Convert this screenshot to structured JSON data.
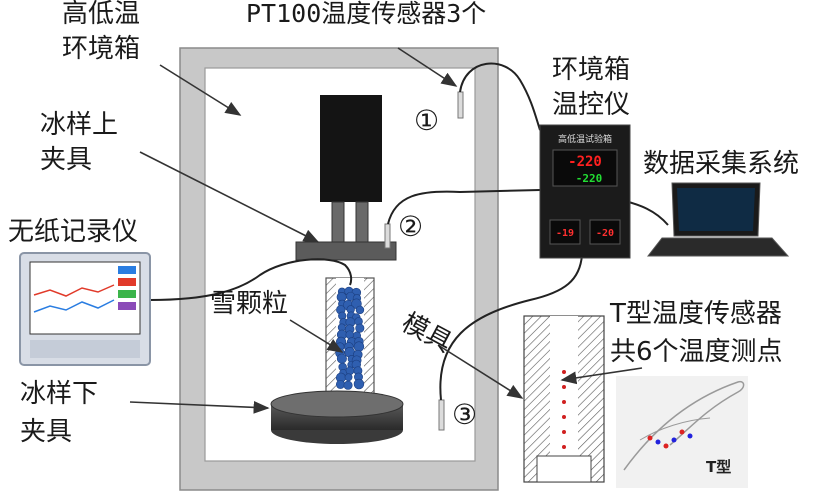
{
  "labels": {
    "chamber": [
      "高低温",
      "环境箱"
    ],
    "sensor_pt100": "PT100温度传感器3个",
    "controller": [
      "环境箱",
      "温控仪"
    ],
    "upper_clamp": [
      "冰样上",
      "夹具"
    ],
    "daq": "数据采集系统",
    "recorder": "无纸记录仪",
    "snow": "雪颗粒",
    "mold": "模具",
    "t_sensor": [
      "T型温度传感器",
      "共6个温度测点"
    ],
    "lower_clamp": [
      "冰样下",
      "夹具"
    ],
    "point1": "①",
    "point2": "②",
    "point3": "③",
    "t_type_tag": "T型"
  },
  "controller_panel": {
    "title": "高低温试验箱",
    "display_top": "-220",
    "display_bottom": "-220",
    "small_left": "-19",
    "small_right": "-20"
  },
  "colors": {
    "chamber_wall": "#c8c8c8",
    "chamber_inner": "#ffffff",
    "snow": "#2f5fb0",
    "controller": "#1b1b1b",
    "led": "#ff2020"
  }
}
